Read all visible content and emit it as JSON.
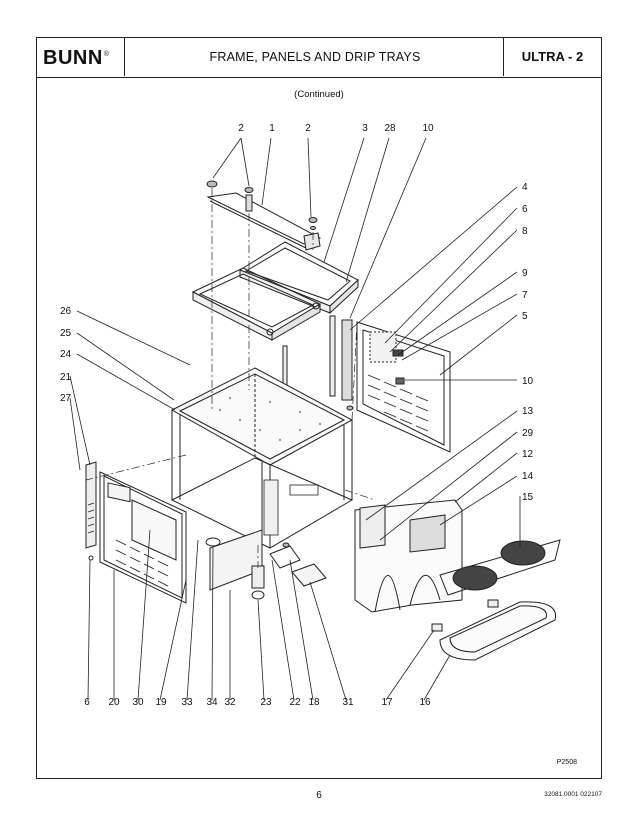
{
  "header": {
    "logo": "BUNN",
    "logo_mark": "®",
    "title": "FRAME, PANELS AND DRIP TRAYS",
    "model": "ULTRA - 2"
  },
  "subtitle": "(Continued)",
  "figure_id": "P2508",
  "footer": {
    "page_number": "6",
    "doc_number": "32081.0001 022107"
  },
  "callouts": {
    "top": [
      "2",
      "1",
      "2",
      "3",
      "28",
      "10"
    ],
    "right": [
      "4",
      "6",
      "8",
      "9",
      "7",
      "5",
      "10",
      "13",
      "29",
      "12",
      "14",
      "15"
    ],
    "left": [
      "26",
      "25",
      "24",
      "21",
      "27"
    ],
    "bottom": [
      "6",
      "20",
      "30",
      "19",
      "33",
      "34",
      "32",
      "23",
      "22",
      "18",
      "31",
      "17",
      "16"
    ]
  }
}
